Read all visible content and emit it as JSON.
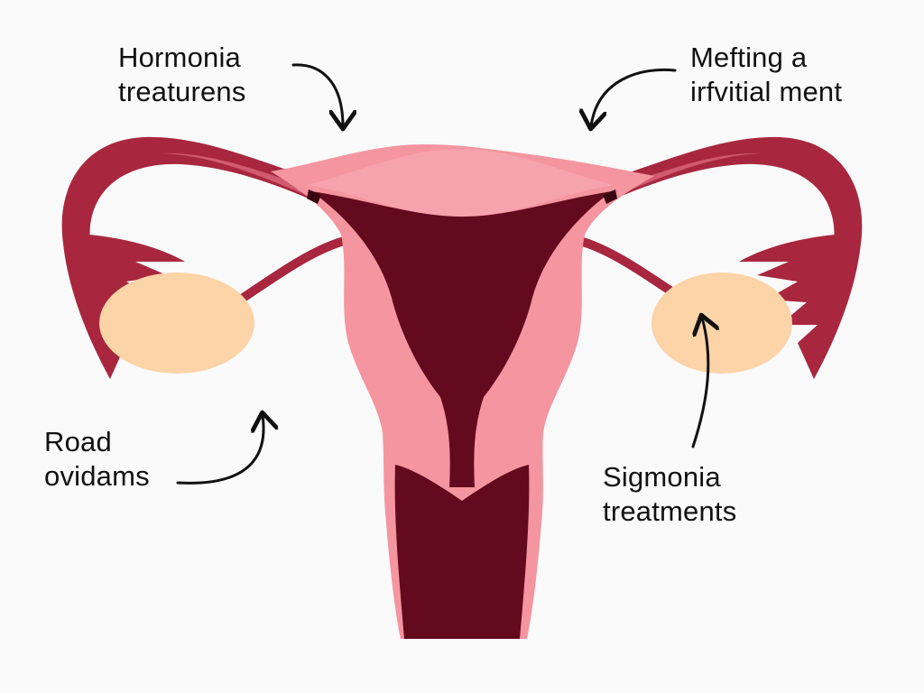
{
  "labels": {
    "top_left": {
      "line1": "Hormonia",
      "line2": "treaturens"
    },
    "top_right": {
      "line1": "Mefting a",
      "line2": "irfvitial ment"
    },
    "bottom_left": {
      "line1": "Road",
      "line2": "ovidams"
    },
    "bottom_right": {
      "line1": "Sigmonia",
      "line2": "treatments"
    }
  },
  "colors": {
    "background": "#fafafa",
    "uterus_body": "#f4959f",
    "cavity": "#640a1e",
    "tube": "#a8273e",
    "ovary": "#fdd3a8",
    "arrow": "#111111"
  }
}
